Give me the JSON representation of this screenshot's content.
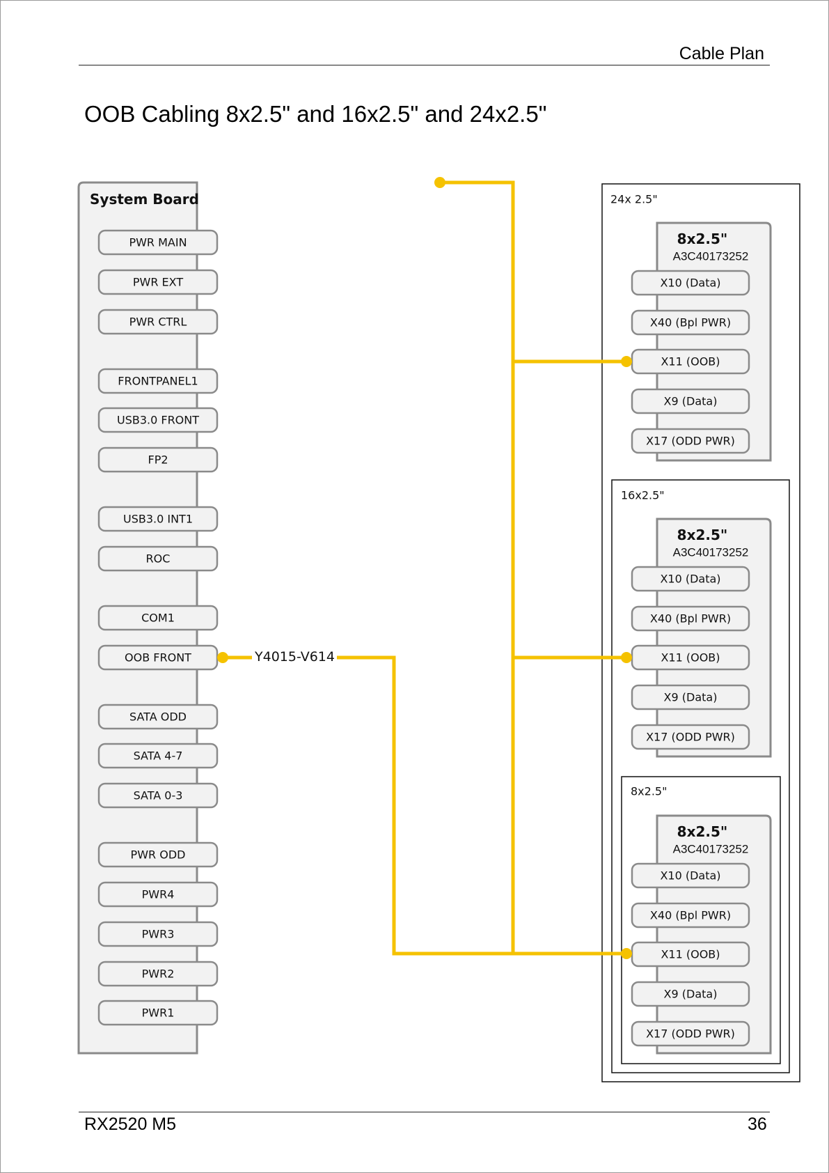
{
  "header": {
    "section": "Cable Plan"
  },
  "title": "OOB Cabling 8x2.5\" and 16x2.5\" and 24x2.5\"",
  "system_board": {
    "title": "System Board",
    "connectors": [
      "PWR MAIN",
      "PWR EXT",
      "PWR CTRL",
      "FRONTPANEL1",
      "USB3.0 FRONT",
      "FP2",
      "USB3.0 INT1",
      "ROC",
      "COM1",
      "OOB FRONT",
      "SATA ODD",
      "SATA 4-7",
      "SATA 0-3",
      "PWR ODD",
      "PWR4",
      "PWR3",
      "PWR2",
      "PWR1"
    ]
  },
  "cable": {
    "label": "Y4015-V614",
    "color": "#f5c200"
  },
  "enclosures": [
    {
      "label": "24x 2.5\""
    },
    {
      "label": "16x2.5\""
    },
    {
      "label": "8x2.5\""
    }
  ],
  "backplanes": [
    {
      "title": "8x2.5\"",
      "part": "A3C40173252",
      "connectors": [
        "X10 (Data)",
        "X40 (Bpl PWR)",
        "X11 (OOB)",
        "X9 (Data)",
        "X17 (ODD PWR)"
      ]
    },
    {
      "title": "8x2.5\"",
      "part": "A3C40173252",
      "connectors": [
        "X10 (Data)",
        "X40 (Bpl PWR)",
        "X11 (OOB)",
        "X9 (Data)",
        "X17 (ODD PWR)"
      ]
    },
    {
      "title": "8x2.5\"",
      "part": "A3C40173252",
      "connectors": [
        "X10 (Data)",
        "X40 (Bpl PWR)",
        "X11 (OOB)",
        "X9 (Data)",
        "X17 (ODD PWR)"
      ]
    }
  ],
  "footer": {
    "model": "RX2520 M5",
    "page": "36"
  }
}
